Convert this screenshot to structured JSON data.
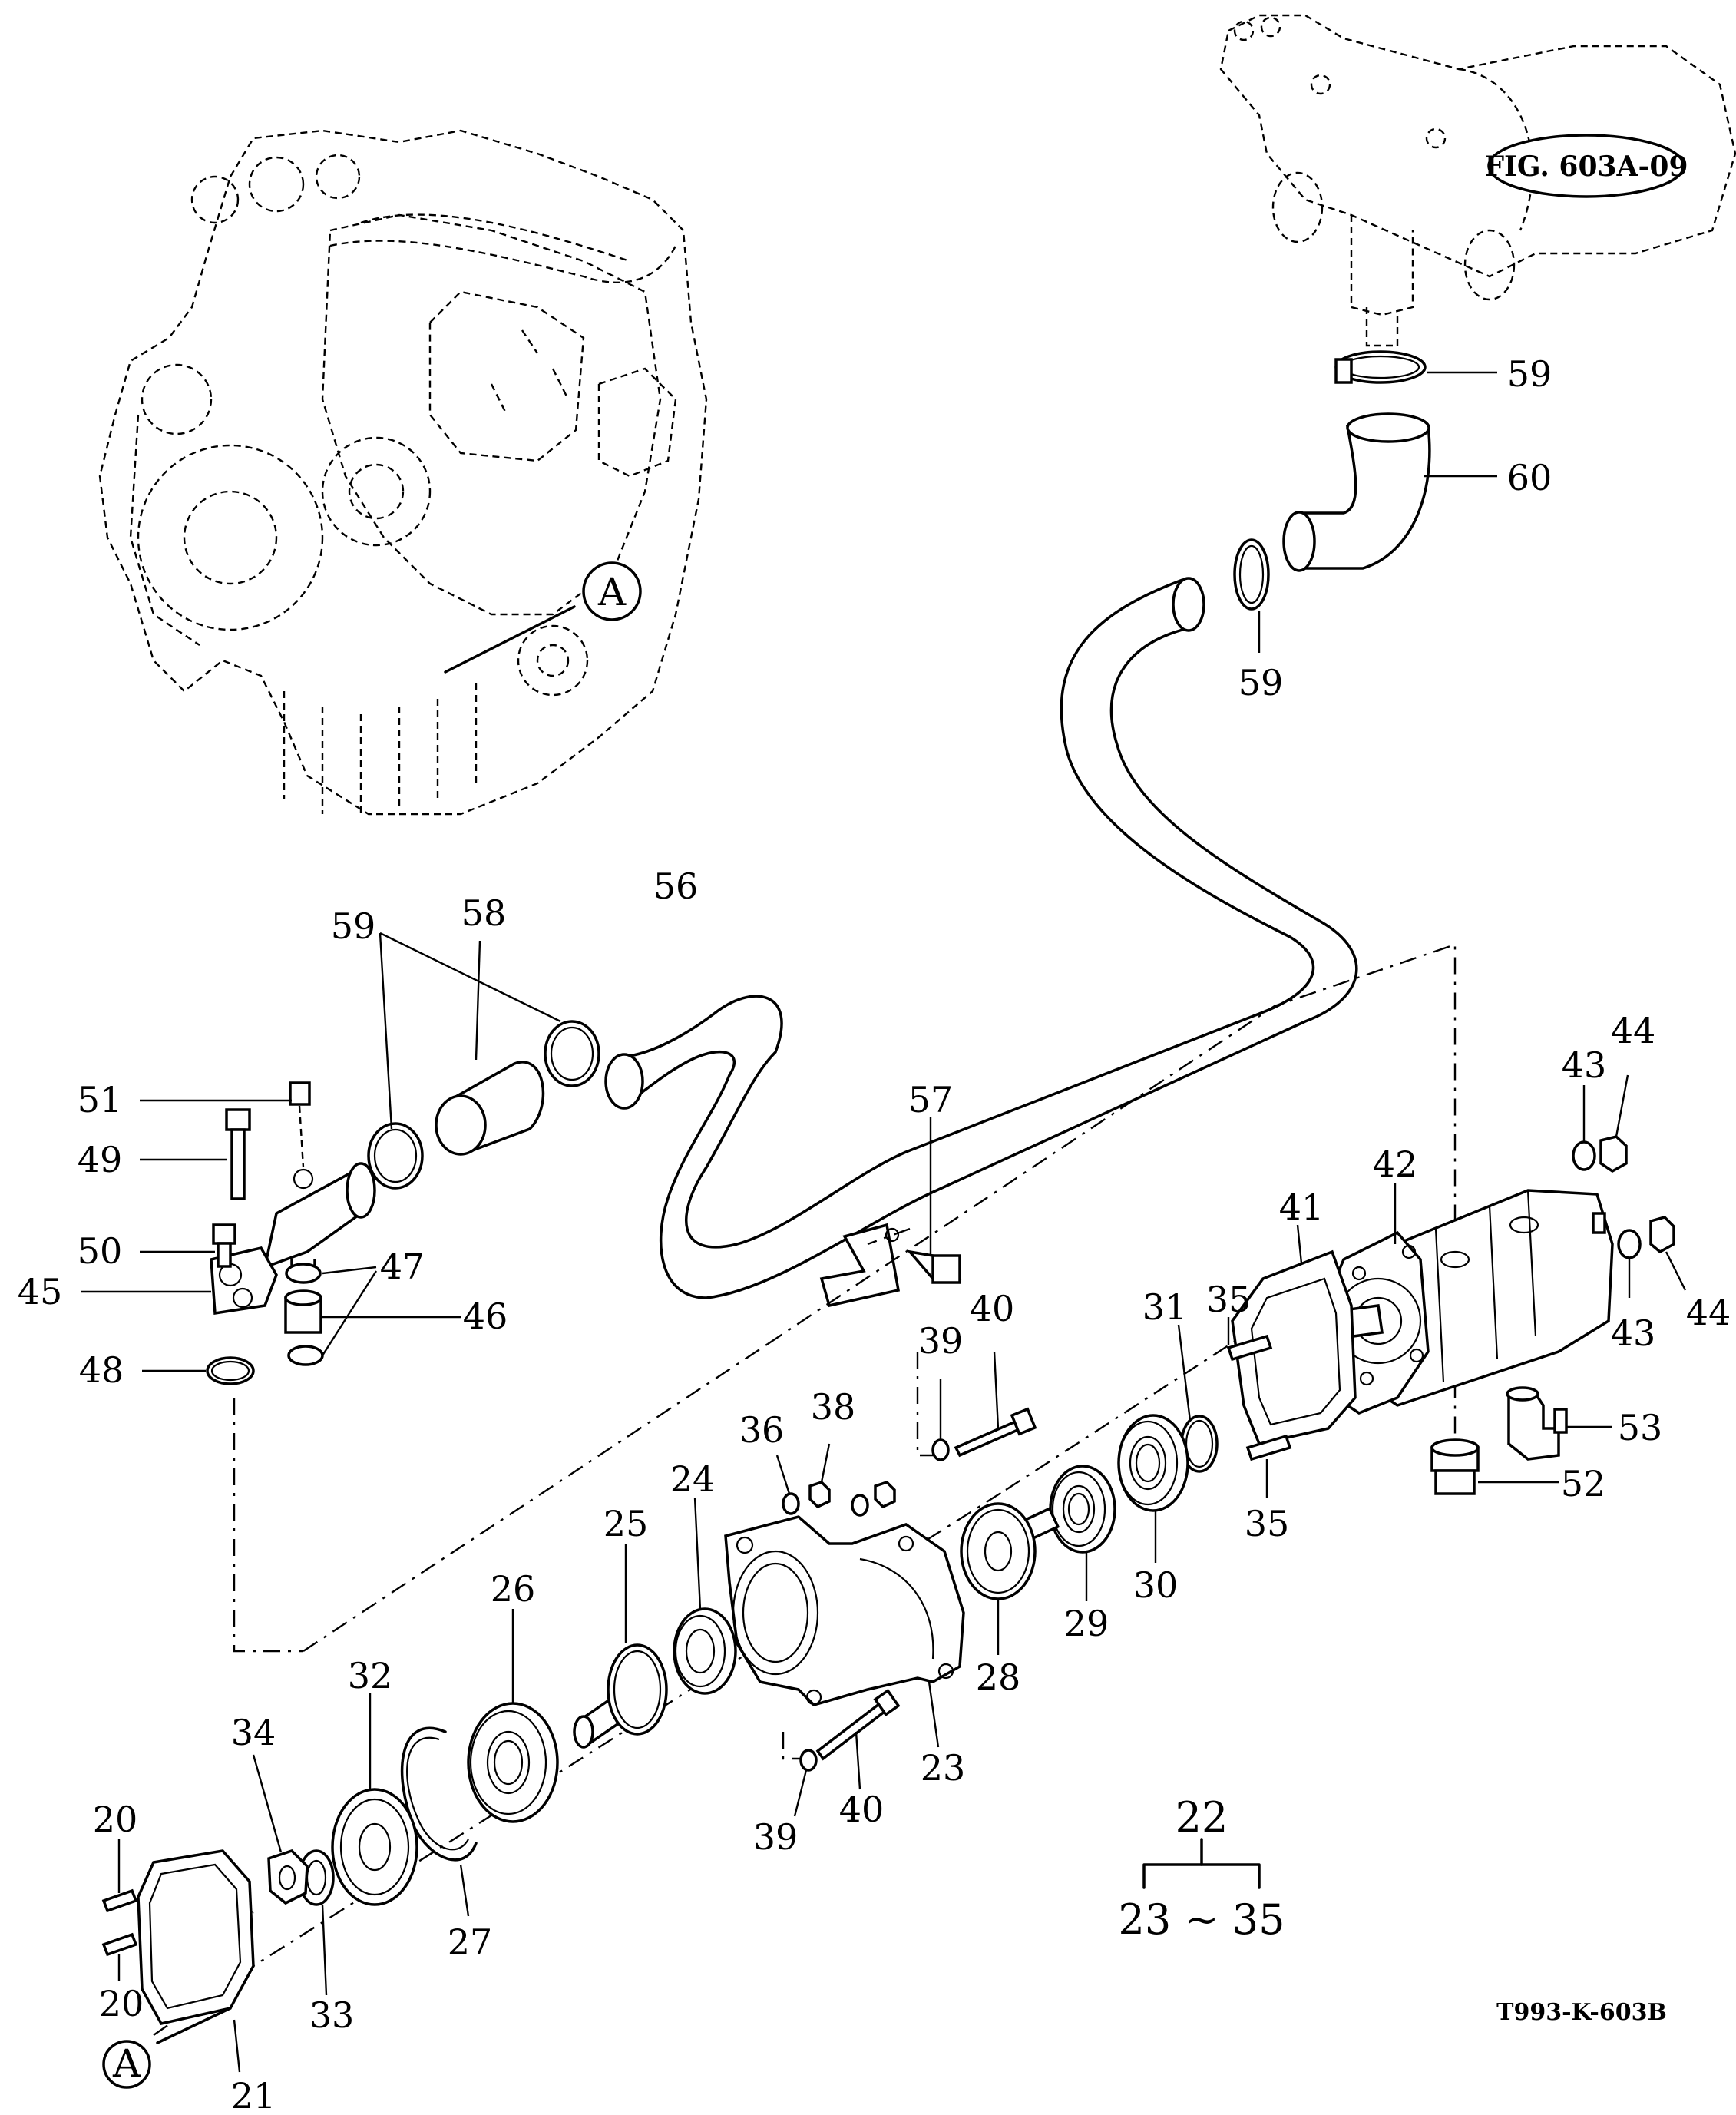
{
  "figure_reference": "FIG. 603A-09",
  "drawing_code": "T993-K-603B",
  "view_marker": "A",
  "group": {
    "assembly": "22",
    "range": "23 ~ 35"
  },
  "callouts": {
    "c59a": "59",
    "c60": "60",
    "c59b": "59",
    "c56": "56",
    "c58": "58",
    "c59c": "59",
    "c51": "51",
    "c49": "49",
    "c50": "50",
    "c45": "45",
    "c47": "47",
    "c46": "46",
    "c48": "48",
    "c57": "57",
    "c42": "42",
    "c43a": "43",
    "c44a": "44",
    "c41": "41",
    "c43b": "43",
    "c44b": "44",
    "c35a": "35",
    "c31": "31",
    "c53": "53",
    "c52": "52",
    "c35b": "35",
    "c40a": "40",
    "c39a": "39",
    "c38": "38",
    "c36": "36",
    "c24": "24",
    "c25": "25",
    "c26": "26",
    "c32": "32",
    "c28": "28",
    "c29": "29",
    "c30": "30",
    "c23": "23",
    "c39b": "39",
    "c40b": "40",
    "c34": "34",
    "c20a": "20",
    "c20b": "20",
    "c33": "33",
    "c27": "27",
    "c21": "21"
  }
}
